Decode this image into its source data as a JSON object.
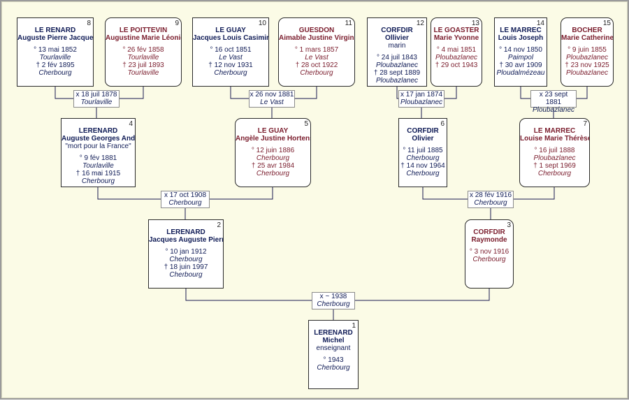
{
  "people": [
    {
      "num": "8",
      "gender": "male",
      "surname": "LE RENARD",
      "given": "Auguste Pierre Jacques",
      "info": "",
      "birth": "° 13 mai 1852",
      "birth_place": "Tourlaville",
      "death": "† 2 fév 1895",
      "death_place": "Cherbourg"
    },
    {
      "num": "9",
      "gender": "female",
      "surname": "LE POITTEVIN",
      "given": "Augustine Marie Léonie",
      "info": "",
      "birth": "° 26 fév 1858",
      "birth_place": "Tourlaville",
      "death": "† 23 juil 1893",
      "death_place": "Tourlaville"
    },
    {
      "num": "10",
      "gender": "male",
      "surname": "LE GUAY",
      "given": "Jacques Louis Casimir",
      "info": "",
      "birth": "° 16 oct 1851",
      "birth_place": "Le Vast",
      "death": "† 12 nov 1931",
      "death_place": "Cherbourg"
    },
    {
      "num": "11",
      "gender": "female",
      "surname": "GUESDON",
      "given": "Aimable Justine Virginie",
      "info": "",
      "birth": "° 1 mars 1857",
      "birth_place": "Le Vast",
      "death": "† 28 oct 1922",
      "death_place": "Cherbourg"
    },
    {
      "num": "12",
      "gender": "male",
      "surname": "CORFDIR",
      "given": "Ollivier",
      "info": "marin",
      "birth": "° 24 juil 1843",
      "birth_place": "Ploubazlanec",
      "death": "† 28 sept 1889",
      "death_place": "Ploubazlanec"
    },
    {
      "num": "13",
      "gender": "female",
      "surname": "LE GOASTER",
      "given": "Marie Yvonne",
      "info": "",
      "birth": "° 4 mai 1851",
      "birth_place": "Ploubazlanec",
      "death": "† 29 oct 1943",
      "death_place": ""
    },
    {
      "num": "14",
      "gender": "male",
      "surname": "LE MARREC",
      "given": "Louis Joseph",
      "info": "",
      "birth": "° 14 nov 1850",
      "birth_place": "Paimpol",
      "death": "† 30 avr 1909",
      "death_place": "Ploudalmézeau"
    },
    {
      "num": "15",
      "gender": "female",
      "surname": "BOCHER",
      "given": "Marie Catherine",
      "info": "",
      "birth": "° 9 juin 1855",
      "birth_place": "Ploubazlanec",
      "death": "† 23 nov 1925",
      "death_place": "Ploubazlanec"
    },
    {
      "num": "4",
      "gender": "male",
      "surname": "LERENARD",
      "given": "Auguste Georges André",
      "info": "\"mort pour la France\"",
      "birth": "° 9 fév 1881",
      "birth_place": "Tourlaville",
      "death": "† 16 mai 1915",
      "death_place": "Cherbourg"
    },
    {
      "num": "5",
      "gender": "female",
      "surname": "LE GUAY",
      "given": "Angèle Justine Hortense",
      "info": "",
      "birth": "° 12 juin 1886",
      "birth_place": "Cherbourg",
      "death": "† 25 avr 1984",
      "death_place": "Cherbourg"
    },
    {
      "num": "6",
      "gender": "male",
      "surname": "CORFDIR",
      "given": "Olivier",
      "info": "",
      "birth": "° 11 juil 1885",
      "birth_place": "Cherbourg",
      "death": "† 14 nov 1964",
      "death_place": "Cherbourg"
    },
    {
      "num": "7",
      "gender": "female",
      "surname": "LE MARREC",
      "given": "Louise Marie Thérèse",
      "info": "",
      "birth": "° 16 juil 1888",
      "birth_place": "Ploubazlanec",
      "death": "† 1 sept 1969",
      "death_place": "Cherbourg"
    },
    {
      "num": "2",
      "gender": "male",
      "surname": "LERENARD",
      "given": "Jacques Auguste Pierre",
      "info": "",
      "birth": "° 10 jan 1912",
      "birth_place": "Cherbourg",
      "death": "† 18 juin 1997",
      "death_place": "Cherbourg"
    },
    {
      "num": "3",
      "gender": "female",
      "surname": "CORFDIR",
      "given": "Raymonde",
      "info": "",
      "birth": "° 3 nov 1916",
      "birth_place": "Cherbourg",
      "death": "",
      "death_place": ""
    },
    {
      "num": "1",
      "gender": "male",
      "surname": "LERENARD",
      "given": "Michel",
      "info": "enseignant",
      "birth": "° 1943",
      "birth_place": "Cherbourg",
      "death": "",
      "death_place": ""
    }
  ],
  "marriages": [
    {
      "date": "x 18 juil 1878",
      "place": "Tourlaville"
    },
    {
      "date": "x 26 nov 1881",
      "place": "Le Vast"
    },
    {
      "date": "x 17 jan 1874",
      "place": "Ploubazlanec"
    },
    {
      "date": "x 23 sept 1881",
      "place": "Ploubazlanec"
    },
    {
      "date": "x 17 oct 1908",
      "place": "Cherbourg"
    },
    {
      "date": "x 28 fév 1916",
      "place": "Cherbourg"
    },
    {
      "date": "x ~ 1938",
      "place": "Cherbourg"
    }
  ],
  "colors": {
    "male": "#0e1a55",
    "female": "#7a1c2c",
    "line": "#1a1a50",
    "background": "#fbfbe6"
  }
}
